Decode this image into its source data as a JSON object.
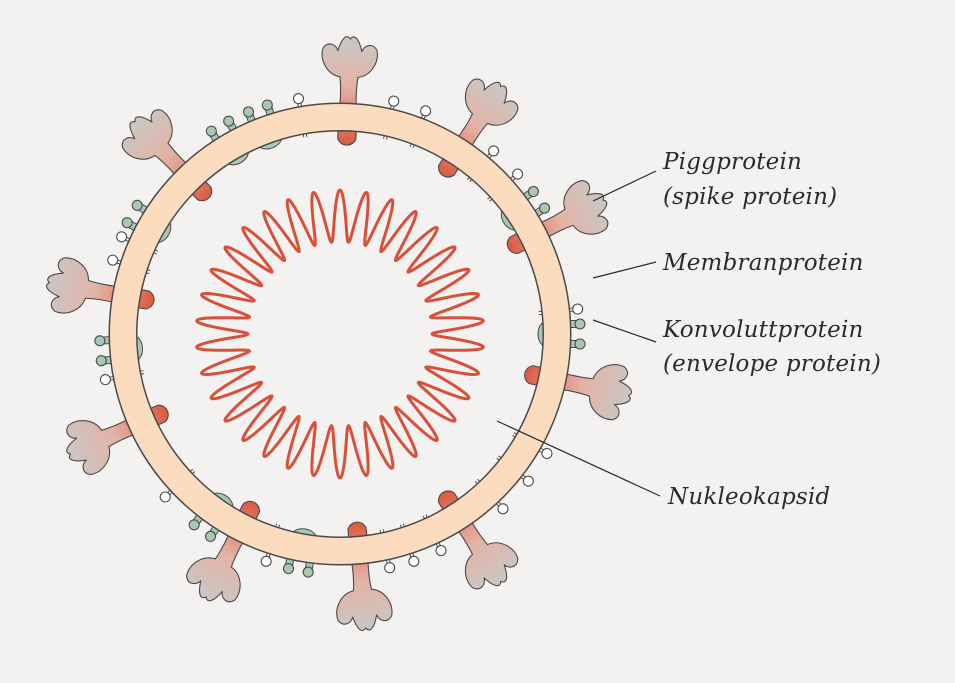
{
  "labels": {
    "spike_line1": "Piggprotein",
    "spike_line2": "(spike protein)",
    "membrane": "Membranprotein",
    "envelope_line1": "Konvoluttprotein",
    "envelope_line2": "(envelope protein)",
    "nucleocapsid": "Nukleokapsid"
  },
  "colors": {
    "background": "#f4f2f0",
    "membrane_fill": "#fbdcbf",
    "outline": "#4a4a4a",
    "spike_red": "#dc5a40",
    "spike_stalk": "#c8c6c4",
    "membrane_protein": "#a9c8b3",
    "nucleocapsid": "#d9503a"
  },
  "icons": [
    "spike-protein-icon",
    "membrane-protein-icon",
    "envelope-protein-icon",
    "nucleocapsid-coil"
  ]
}
